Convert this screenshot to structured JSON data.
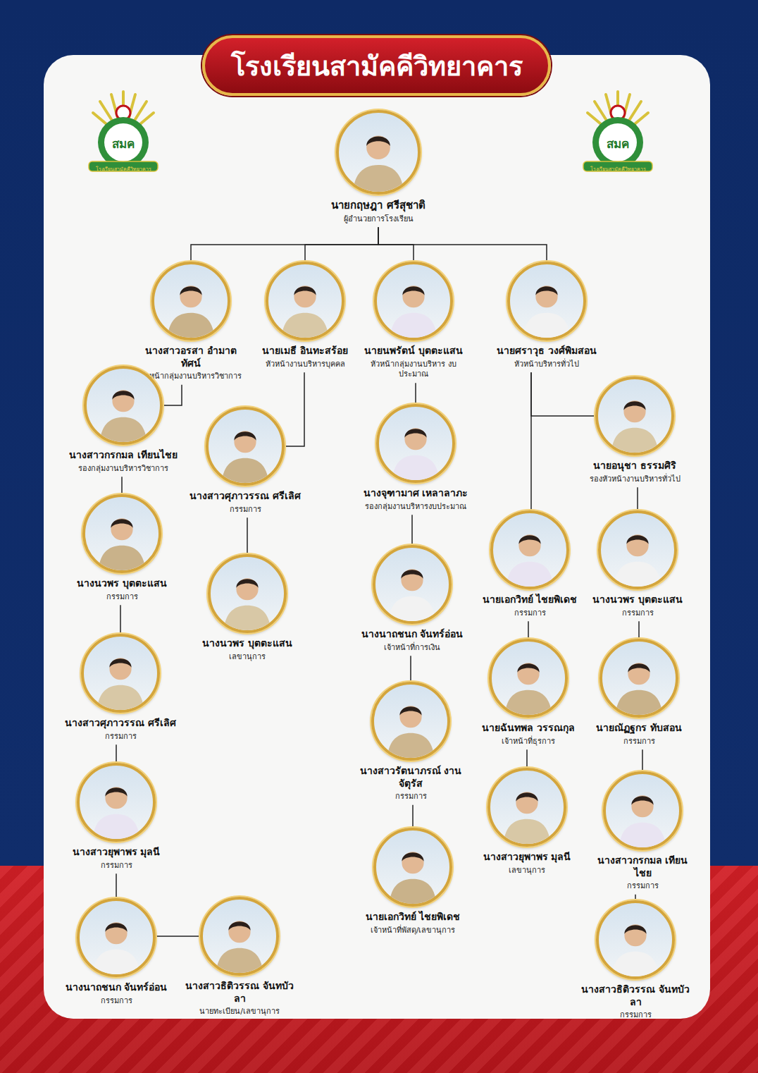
{
  "diagram": {
    "title": "โรงเรียนสามัคคีวิทยาคาร",
    "nodes": [
      {
        "text": [
          "นายกฤษฎา ศรีสุชาติ",
          "ผู้อำนวยการโรงเรียน"
        ]
      },
      {
        "text": [
          "นางสาวอรสา อำมาตทัศน์",
          "หัวหน้ากลุ่มงานบริหารวิชาการ"
        ]
      },
      {
        "text": [
          "นายเมธี อินทะสร้อย",
          "หัวหน้างานบริหารบุคคล"
        ]
      },
      {
        "text": [
          "นายนพรัตน์ บุตตะแสน",
          "หัวหน้ากลุ่มงานบริหาร งบประมาณ"
        ]
      },
      {
        "text": [
          "นายศราวุธ วงศ์พิมสอน",
          "หัวหน้าบริหารทั่วไป"
        ]
      },
      {
        "text": [
          "นางสาวกรกมล เทียนไชย",
          "รองกลุ่มงานบริหารวิชาการ"
        ]
      },
      {
        "text": [
          "นางนวพร บุตตะแสน",
          "กรรมการ"
        ]
      },
      {
        "text": [
          "นางสาวศุภาวรรณ ศรีเลิศ",
          "กรรมการ"
        ]
      },
      {
        "text": [
          "นางสาวยุพาพร มุลนี",
          "กรรมการ"
        ]
      },
      {
        "text": [
          "นางนาถชนก จันทร์อ่อน",
          "กรรมการ"
        ]
      },
      {
        "text": [
          "นางสาวธิติวรรณ จันทบัวลา",
          "นายทะเบียน/เลขานุการ"
        ]
      },
      {
        "text": [
          "นางสาวศุภาวรรณ ศรีเลิศ",
          "กรรมการ"
        ]
      },
      {
        "text": [
          "นางนวพร บุตตะแสน",
          "เลขานุการ"
        ]
      },
      {
        "text": [
          "นางจุฑามาศ เหลาลาภะ",
          "รองกลุ่มงานบริหารงบประมาณ"
        ]
      },
      {
        "text": [
          "นางนาถชนก จันทร์อ่อน",
          "เจ้าหน้าที่การเงิน"
        ]
      },
      {
        "text": [
          "นางสาวรัตนาภรณ์ งานจัตุรัส",
          "กรรมการ"
        ]
      },
      {
        "text": [
          "นายเอกวิทย์ ไชยพิเดช",
          "เจ้าหน้าที่พัสดุ/เลขานุการ"
        ]
      },
      {
        "text": [
          "นายอนุชา ธรรมศิริ",
          "รองหัวหน้างานบริหารทั่วไป"
        ]
      },
      {
        "text": [
          "นายเอกวิทย์ ไชยพิเดช",
          "กรรมการ"
        ]
      },
      {
        "text": [
          "นางนวพร บุตตะแสน",
          "กรรมการ"
        ]
      },
      {
        "text": [
          "นายฉันทพล วรรณกุล",
          "เจ้าหน้าที่ธุรการ"
        ]
      },
      {
        "text": [
          "นายณัฏฐกร ทับสอน",
          "กรรมการ"
        ]
      },
      {
        "text": [
          "นางสาวยุพาพร มุลนี",
          "เลขานุการ"
        ]
      },
      {
        "text": [
          "นางสาวกรกมล เทียนไชย",
          "กรรมการ"
        ]
      },
      {
        "text": [
          "นางสาวธิติวรรณ จันทบัวลา",
          "กรรมการ"
        ]
      }
    ],
    "edges": [
      {
        "from": 0,
        "to": 1,
        "arrow": "none"
      },
      {
        "from": 0,
        "to": 2,
        "arrow": "none"
      },
      {
        "from": 0,
        "to": 3,
        "arrow": "none"
      },
      {
        "from": 0,
        "to": 4,
        "arrow": "none"
      },
      {
        "from": 1,
        "to": 5,
        "arrow": "none"
      },
      {
        "from": 5,
        "to": 6,
        "arrow": "none"
      },
      {
        "from": 6,
        "to": 7,
        "arrow": "none"
      },
      {
        "from": 7,
        "to": 8,
        "arrow": "none"
      },
      {
        "from": 8,
        "to": 9,
        "arrow": "none"
      },
      {
        "from": 9,
        "to": 10,
        "arrow": "none"
      },
      {
        "from": 2,
        "to": 11,
        "arrow": "none"
      },
      {
        "from": 11,
        "to": 12,
        "arrow": "none"
      },
      {
        "from": 3,
        "to": 13,
        "arrow": "none"
      },
      {
        "from": 13,
        "to": 14,
        "arrow": "none"
      },
      {
        "from": 14,
        "to": 15,
        "arrow": "none"
      },
      {
        "from": 15,
        "to": 16,
        "arrow": "none"
      },
      {
        "from": 4,
        "to": 17,
        "arrow": "none"
      },
      {
        "from": 4,
        "to": 18,
        "arrow": "none"
      },
      {
        "from": 17,
        "to": 19,
        "arrow": "none"
      },
      {
        "from": 19,
        "to": 21,
        "arrow": "none"
      },
      {
        "from": 21,
        "to": 23,
        "arrow": "none"
      },
      {
        "from": 23,
        "to": 24,
        "arrow": "none"
      },
      {
        "from": 18,
        "to": 20,
        "arrow": "none"
      },
      {
        "from": 20,
        "to": 22,
        "arrow": "none"
      }
    ],
    "labels": [
      "สมค",
      "โรงเรียนสามัคคีวิทยาคาร",
      "สมค",
      "โรงเรียนสามัคคีวิทยาคาร"
    ]
  }
}
